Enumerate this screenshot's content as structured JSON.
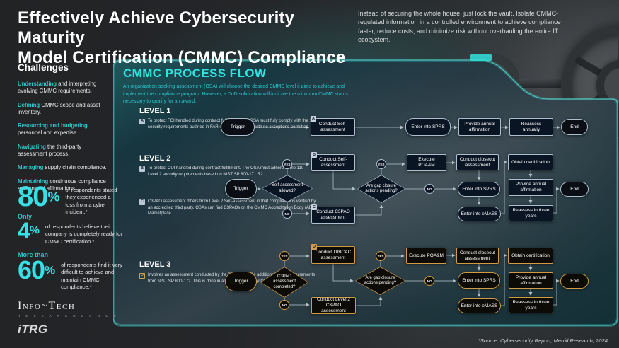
{
  "header": {
    "title_line1": "Effectively Achieve Cybersecurity Maturity",
    "title_line2": "Model Certification (CMMC) Compliance",
    "subtitle": "Instead of securing the whole house, just lock the vault. Isolate CMMC-regulated information in a controlled environment to achieve compliance faster, reduce costs, and minimize risk without overhauling the entire IT ecosystem."
  },
  "sidebar": {
    "challenges_title": "Challenges",
    "challenges": [
      {
        "h": "Understanding",
        "r": " and interpreting evolving CMMC requirements."
      },
      {
        "h": "Defining",
        "r": " CMMC scope and asset inventory."
      },
      {
        "h": "Resourcing and budgeting",
        "r": " personnel and expertise."
      },
      {
        "h": "Navigating",
        "r": " the third-party assessment process."
      },
      {
        "h": "Managing",
        "r": " supply chain compliance."
      },
      {
        "h": "Maintaining",
        "r": " continuous compliance and annual affirmations."
      }
    ],
    "stats": [
      {
        "prefix": "",
        "value": "80",
        "unit": "%",
        "text": "of respondents stated they experienced a loss from a cyber incident.*"
      },
      {
        "prefix": "Only",
        "value": "4",
        "unit": "%",
        "text": "of respondents believe their company is completely ready for CMMC certification.*"
      },
      {
        "prefix": "More than",
        "value": "60",
        "unit": "%",
        "text": "of respondents find it very difficult to achieve and maintain CMMC compliance.*"
      }
    ],
    "logo_main": "Info~Tech",
    "logo_sub": "R E S E A R C H   G R O U P",
    "logo_mark": "iTRG"
  },
  "flow": {
    "title": "CMMC PROCESS FLOW",
    "intro": "An organization seeking assessment (OSA) will choose the desired CMMC level it aims to achieve and implement the compliance program. However, a DoD solicitation will indicate the minimum CMMC status necessary to qualify for an award.",
    "footnote": "*Source: Cybersecurity Report, Merrill Research, 2024",
    "yes": "YES",
    "no": "NO",
    "level1": {
      "heading": "LEVEL 1",
      "note_badge": "A",
      "note": "To protect FCI handled during contract fulfillment. The OSA must fully comply with the 15 security requirements outlined in FAR clause 52.204-21, with no exceptions permitted.",
      "trigger": "Trigger",
      "badge": "A",
      "conduct": "Conduct Self-assessment",
      "sprs": "Enter into SPRS",
      "affirm": "Provide annual affirmation",
      "reassess": "Reassess annually",
      "end": "End"
    },
    "level2": {
      "heading": "LEVEL 2",
      "note_b_badge": "B",
      "note_b": "To protect CUI handled during contract fulfillment. The OSA must adhere to the 110 Level 2 security requirements based on NIST SP 800-171 R2.",
      "note_c_badge": "C",
      "note_c": "C3PAO assessment differs from Level 2 Self-assessment in that compliance is verified by an accredited third party. OSAs can find C3PAOs on the CMMC Accreditation Body (AB) Marketplace.",
      "trigger": "Trigger",
      "decision1": "Self-assessment allowed?",
      "badge_b": "B",
      "conduct_self": "Conduct Self-assessment",
      "badge_c": "C",
      "conduct_c3pao": "Conduct C3PAO assessment",
      "decision2": "Are gap closure actions pending?",
      "poam": "Execute POA&M",
      "closeout": "Conduct closeout assessment",
      "sprs": "Enter into SPRS",
      "emass": "Enter into eMASS",
      "obtain": "Obtain certification",
      "affirm": "Provide annual affirmation",
      "reassess": "Reassess in three years",
      "end": "End"
    },
    "level3": {
      "heading": "LEVEL 3",
      "note_badge": "D",
      "note": "Involves an assessment conducted by the DIBCAC on 24 additional control requirements from NIST SP 800-172. This is done in addition to a Level 2 C3PAO assessment.",
      "trigger": "Trigger",
      "decision1": "C3PAO assessment completed?",
      "badge_d": "D",
      "conduct_dibcac": "Conduct DIBCAC assessment",
      "conduct_l2c3pao": "Conduct Level 2 C3PAO assessment",
      "decision2": "Are gap closure actions pending?",
      "poam": "Execute POA&M",
      "closeout": "Conduct closeout assessment",
      "sprs": "Enter into SPRS",
      "emass": "Enter into eMASS",
      "obtain": "Obtain certification",
      "affirm": "Provide annual affirmation",
      "reassess": "Reassess in three years",
      "end": "End"
    }
  },
  "colors": {
    "accent": "#2fd6d4",
    "gold": "#cf9b45",
    "node_fill": "#0a1524",
    "node_border": "#aebfd0"
  }
}
